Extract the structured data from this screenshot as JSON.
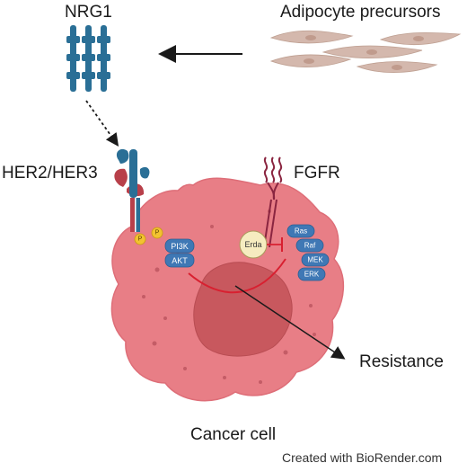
{
  "labels": {
    "nrg1": "NRG1",
    "adipocyte": "Adipocyte precursors",
    "her": "HER2/HER3",
    "fgfr": "FGFR",
    "resistance": "Resistance",
    "cancer_cell": "Cancer cell",
    "credit": "Created with BioRender.com"
  },
  "nodes": {
    "pi3k": "PI3K",
    "akt": "AKT",
    "erda": "Erda",
    "ras": "Ras",
    "raf": "Raf",
    "mek": "MEK",
    "erk": "ERK",
    "p1": "P",
    "p2": "P"
  },
  "colors": {
    "receptor_blue": "#2a6f96",
    "node_blue": "#3f78b5",
    "cell_pink": "#e87e86",
    "nucleus": "#c8585e",
    "her3_red": "#b8404a",
    "fgfr_maroon": "#8a2540",
    "adipocyte": "#d4b8ad",
    "erda_fill": "#f6ecc0",
    "phospho": "#f2c230",
    "arrow_red": "#d82030"
  },
  "icons": [
    "nrg1-ligand-icon",
    "adipocyte-cell-icon",
    "her2-her3-receptor-icon",
    "fgfr-receptor-icon",
    "cancer-cell-icon",
    "nucleus-icon"
  ]
}
